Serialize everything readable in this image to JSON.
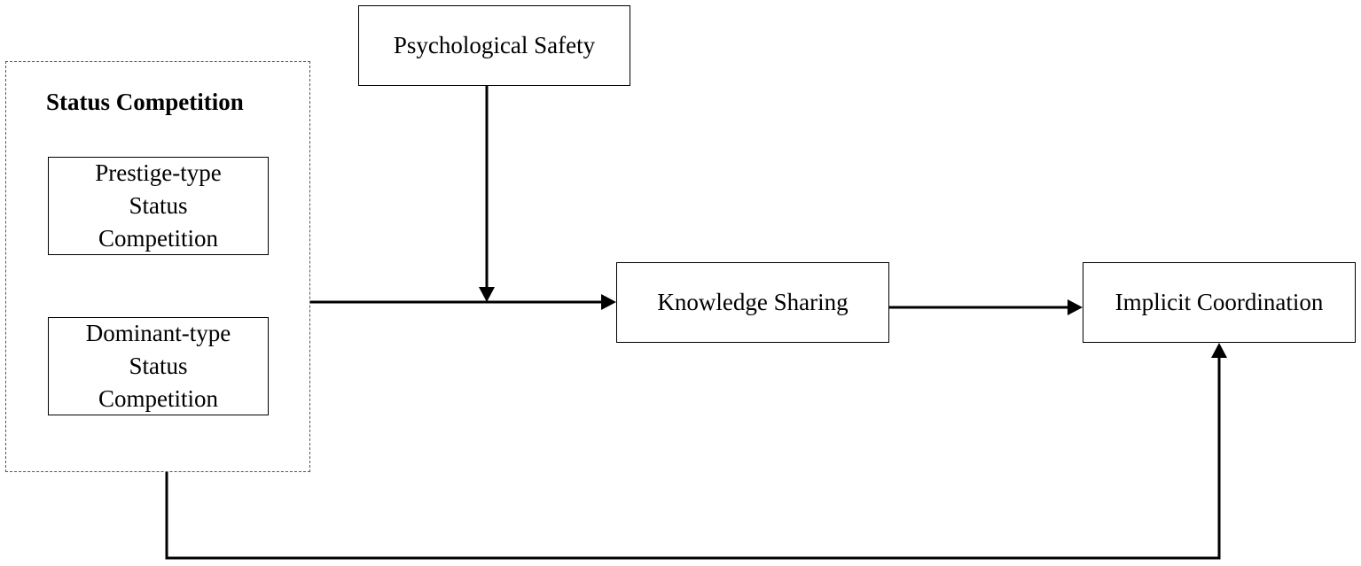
{
  "diagram": {
    "nodes": {
      "psychological_safety": "Psychological Safety",
      "status_competition_group": "Status Competition",
      "prestige_status_competition": "Prestige-type\nStatus\nCompetition",
      "dominant_status_competition": "Dominant-type\nStatus\nCompetition",
      "knowledge_sharing": "Knowledge Sharing",
      "implicit_coordination": "Implicit Coordination"
    },
    "edges": [
      {
        "from": "status_competition_group",
        "to": "knowledge_sharing"
      },
      {
        "from": "psychological_safety",
        "to": "status_competition_group->knowledge_sharing",
        "kind": "moderation"
      },
      {
        "from": "knowledge_sharing",
        "to": "implicit_coordination"
      },
      {
        "from": "status_competition_group",
        "to": "implicit_coordination"
      }
    ],
    "colors": {
      "line": "#000000",
      "dashed_border": "#555555",
      "background": "#ffffff"
    }
  }
}
